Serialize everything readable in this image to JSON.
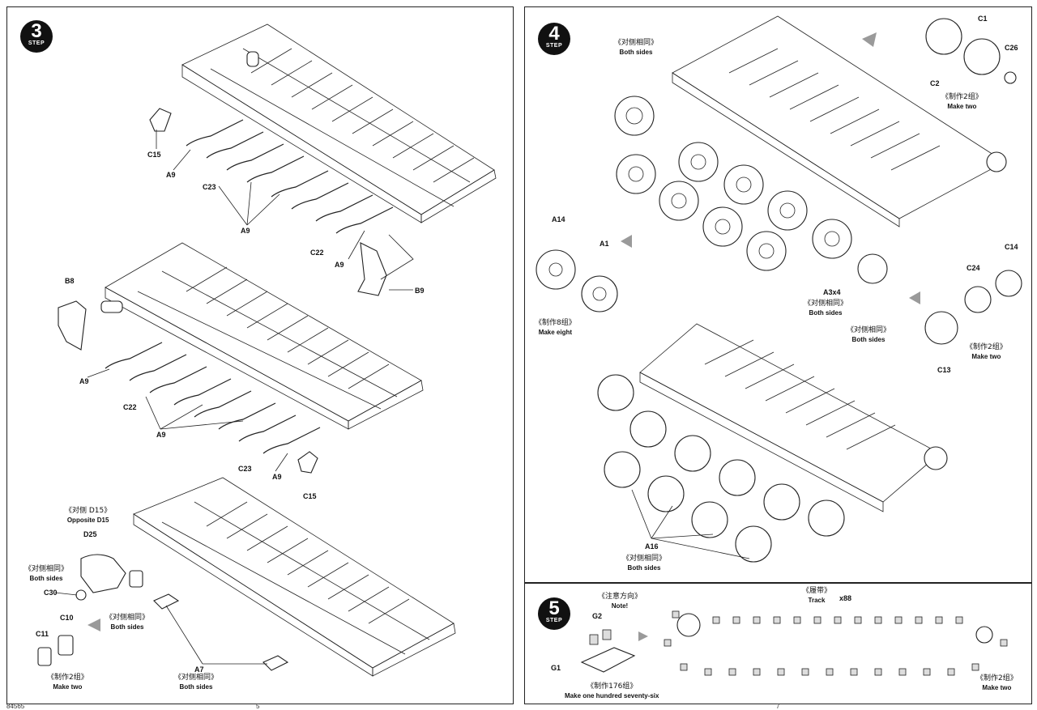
{
  "steps": {
    "step3": {
      "number": "3",
      "word": "STEP"
    },
    "step4": {
      "number": "4",
      "word": "STEP"
    },
    "step5": {
      "number": "5",
      "word": "STEP"
    }
  },
  "labels": {
    "c15_top": "C15",
    "a9_top1": "A9",
    "c23_top": "C23",
    "a9_top_group": "A9",
    "c22_top": "C22",
    "a9_top2": "A9",
    "b9": "B9",
    "b8": "B8",
    "a9_mid1": "A9",
    "c22_mid": "C22",
    "a9_mid_group": "A9",
    "c23_mid": "C23",
    "a9_mid2": "A9",
    "c15_mid": "C15",
    "d25": "D25",
    "c30": "C30",
    "c11": "C11",
    "c10": "C10",
    "a7": "A7",
    "c1": "C1",
    "c26": "C26",
    "c2": "C2",
    "a14": "A14",
    "a1": "A1",
    "a3x4": "A3x4",
    "c14": "C14",
    "c24": "C24",
    "c13": "C13",
    "a16": "A16",
    "g2": "G2",
    "g1": "G1",
    "x88": "x88"
  },
  "notes": {
    "opposite_d15": {
      "cn": "《对侧 D15》",
      "en": "Opposite D15"
    },
    "both_sides_d25": {
      "cn": "《对侧相同》",
      "en": "Both sides"
    },
    "both_sides_c10": {
      "cn": "《对侧相同》",
      "en": "Both sides"
    },
    "make_two_c11": {
      "cn": "《制作2组》",
      "en": "Make two"
    },
    "both_sides_a7": {
      "cn": "《对侧相同》",
      "en": "Both sides"
    },
    "both_sides_sprocket": {
      "cn": "《对侧相同》",
      "en": "Both sides"
    },
    "make_two_c1": {
      "cn": "《制作2组》",
      "en": "Make two"
    },
    "make_eight": {
      "cn": "《制作8组》",
      "en": "Make eight"
    },
    "both_sides_a3": {
      "cn": "《对侧相同》",
      "en": "Both sides"
    },
    "both_sides_idler": {
      "cn": "《对侧相同》",
      "en": "Both sides"
    },
    "make_two_c13": {
      "cn": "《制作2组》",
      "en": "Make two"
    },
    "both_sides_a16": {
      "cn": "《对侧相同》",
      "en": "Both sides"
    },
    "note_direction": {
      "cn": "《注意方向》",
      "en": "Note!"
    },
    "track": {
      "cn": "《履带》",
      "en": "Track"
    },
    "make_176": {
      "cn": "《制作176组》",
      "en": "Make one hundred seventy-six"
    },
    "make_two_track": {
      "cn": "《制作2组》",
      "en": "Make two"
    }
  },
  "footer": {
    "left": "84565",
    "mid_left": "5",
    "mid_right": "7"
  }
}
